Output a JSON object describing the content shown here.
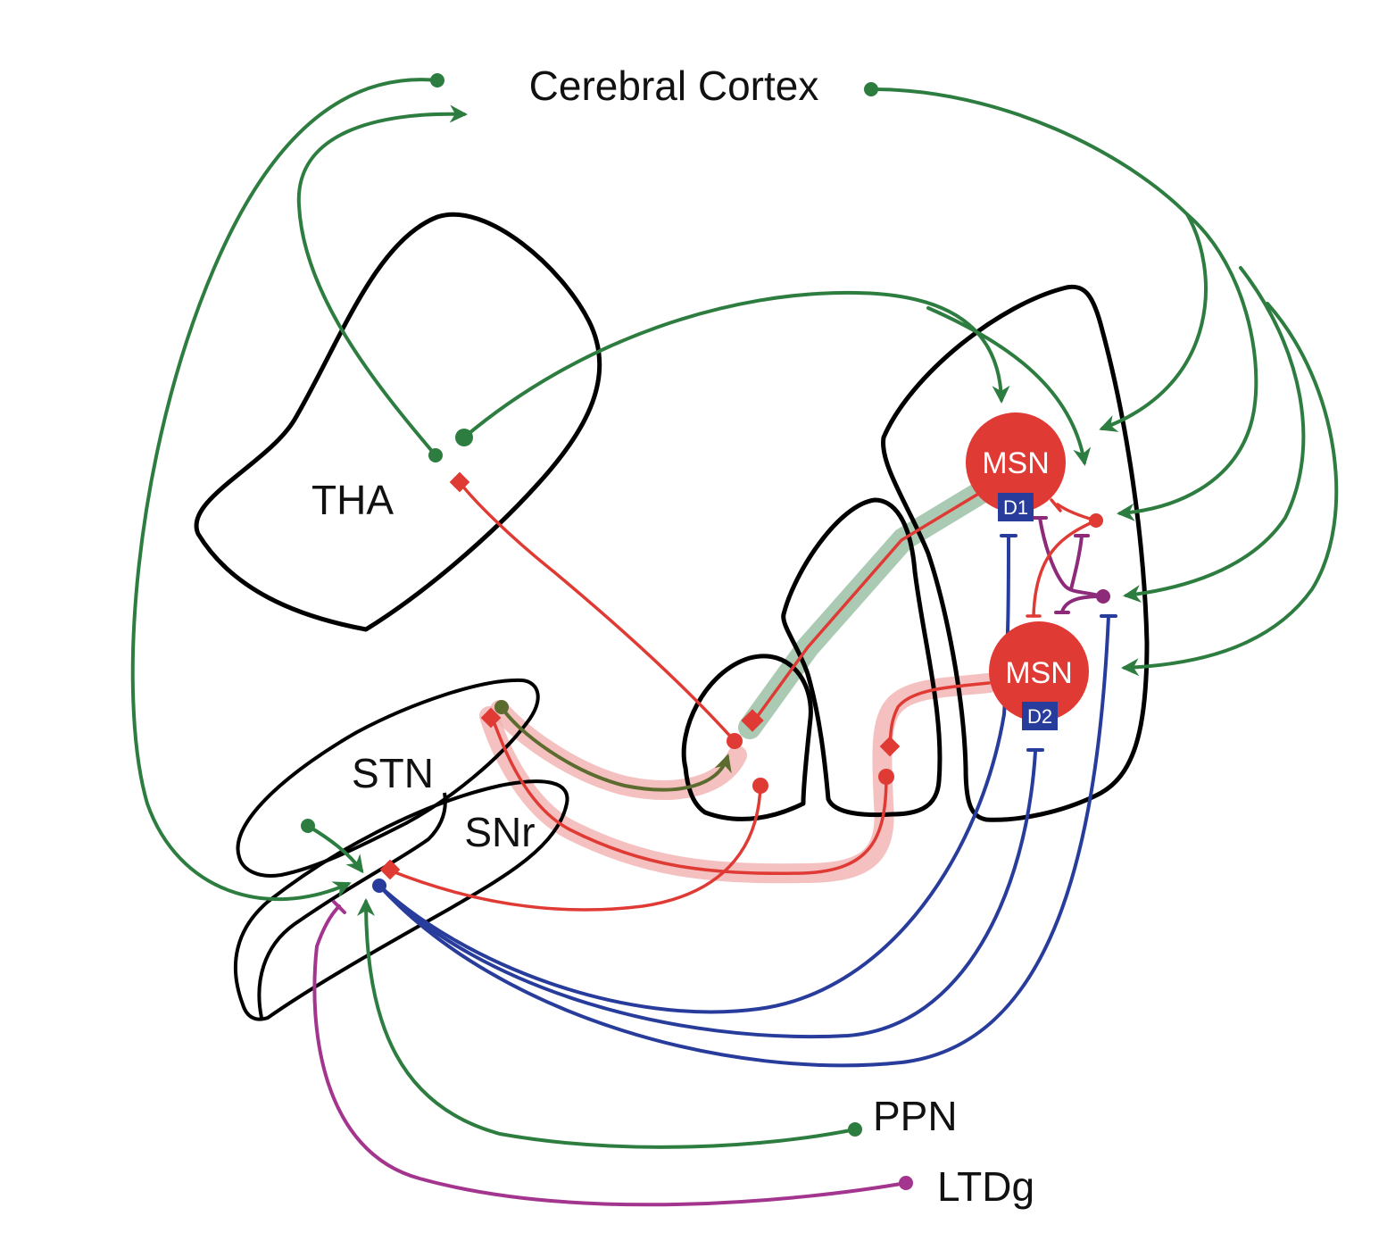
{
  "colors": {
    "excitatory": "#2e7d40",
    "inhibitory": "#e03a34",
    "dopaminergic": "#283c9c",
    "cholinergic": "#8e2a7a",
    "ltdg": "#a3358f",
    "highlight_green": "#8fb89a",
    "highlight_red": "#f1b0b0",
    "outline": "#000000",
    "receptor_box": "#283c9c"
  },
  "labels": {
    "cortex": "Cerebral Cortex",
    "tha": "THA",
    "stn": "STN",
    "snr": "SNr",
    "ppn": "PPN",
    "ltdg": "LTDg"
  },
  "neurons": {
    "msn_d1": {
      "label": "MSN",
      "receptor": "D1"
    },
    "msn_d2": {
      "label": "MSN",
      "receptor": "D2"
    }
  }
}
